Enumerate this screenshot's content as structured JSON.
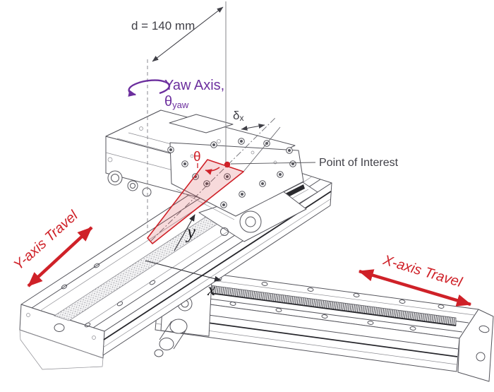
{
  "title": "XY linear stage yaw error diagram",
  "labels": {
    "dimension": "d = 140 mm",
    "yaw_line1": "Yaw Axis,",
    "yaw_theta": "θ",
    "yaw_sub": "yaw",
    "delta": "δ",
    "delta_sub": "x",
    "theta": "θ",
    "point_of_interest": "Point of Interest",
    "y_symbol": "y",
    "x_symbol": "x",
    "y_travel": "Y-axis Travel",
    "x_travel": "X-axis Travel"
  },
  "colors": {
    "red": "#cf2128",
    "purple": "#6c2f9e",
    "machine_line": "#55555c",
    "text_dark": "#3f3f46"
  }
}
